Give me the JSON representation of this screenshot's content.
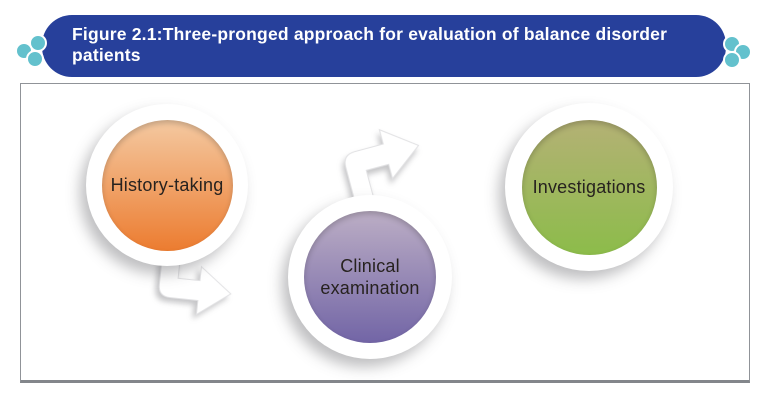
{
  "figure": {
    "title": "Figure 2.1:Three-pronged approach for evaluation of balance disorder patients",
    "title_lines": [
      "Figure 2.1:Three-pronged approach for evaluation of balance disorder",
      "patients"
    ],
    "banner_bg_color": "#27409B",
    "banner_text_color": "#FFFFFF",
    "decor_dot_color": "#63C1CD"
  },
  "diagram": {
    "steps": [
      {
        "label": "History-taking",
        "color_top": "#F4C9A1",
        "color_bottom": "#EC7C30"
      },
      {
        "label": "Clinical examination",
        "color_top": "#BCAEC5",
        "color_bottom": "#7265A6"
      },
      {
        "label": "Investigations",
        "color_top": "#B4B175",
        "color_bottom": "#8CBC4A"
      }
    ],
    "flow": [
      {
        "from": "History-taking",
        "to": "Clinical examination",
        "arrow_direction": "down-then-right"
      },
      {
        "from": "Clinical examination",
        "to": "Investigations",
        "arrow_direction": "up-then-right"
      }
    ]
  }
}
